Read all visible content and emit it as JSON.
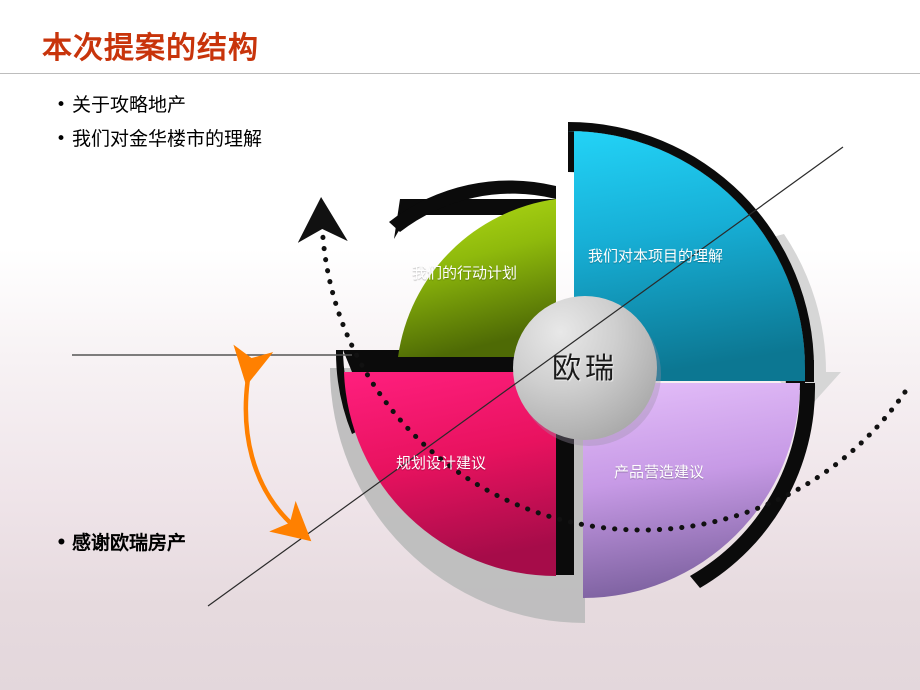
{
  "slide": {
    "title": "本次提案的结构",
    "title_color": "#c8340b",
    "background_top_color": "#ffffff",
    "background_bottom_color": "#e3d7dc"
  },
  "bullets": [
    {
      "marker": "•",
      "text": "关于攻略地产"
    },
    {
      "marker": "•",
      "text": "我们对金华楼市的理解"
    },
    {
      "marker": "•",
      "text": "感谢欧瑞房产"
    }
  ],
  "diagram": {
    "hub_label": "欧瑞",
    "hub_color": "#b9b9b9",
    "segments": [
      {
        "id": "action-plan",
        "label": "我们的行动计划",
        "quadrant": "top-left",
        "color_light": "#a8d10c",
        "color_dark": "#4f6b06"
      },
      {
        "id": "project-understanding",
        "label": "我们对本项目的理解",
        "quadrant": "top-right",
        "color_light": "#1ecbf0",
        "color_dark": "#0d7895"
      },
      {
        "id": "planning-design",
        "label": "规划设计建议",
        "quadrant": "bottom-left",
        "color_light": "#ff1a7a",
        "color_dark": "#ab0d4c"
      },
      {
        "id": "product-creation",
        "label": "产品营造建议",
        "quadrant": "bottom-right",
        "color_light": "#dcaef4",
        "color_dark": "#7b5f9e"
      }
    ],
    "annotations": {
      "dotted_arc_color": "#111111",
      "orange_arrow_color": "#ff8000",
      "guide_line_color": "#333333",
      "gray_arc_arrow_color": "#d4d4d4"
    }
  }
}
